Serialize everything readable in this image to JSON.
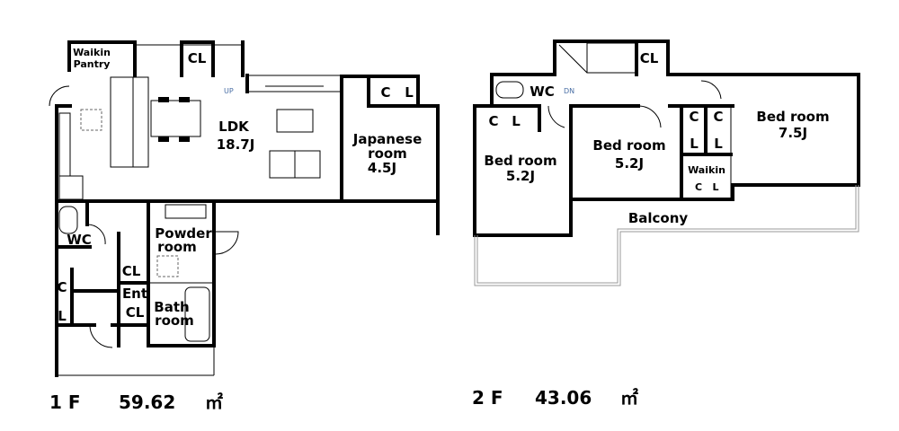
{
  "floor1": {
    "title": "1 F",
    "area": "59.62",
    "unit": "㎡",
    "rooms": {
      "pantry_1": "Waikin",
      "pantry_2": "Pantry",
      "cl_stair": "CL",
      "up": "UP",
      "ldk": "LDK",
      "ldk_size": "18.7J",
      "japanese_1": "Japanese",
      "japanese_2": "room",
      "japanese_size": "4.5J",
      "jp_c": "C",
      "jp_l": "L",
      "wc": "WC",
      "powder_1": "Powder",
      "powder_2": "room",
      "cl_hall": "CL",
      "ent_1": "Ent",
      "ent_2": "CL",
      "bath_1": "Bath",
      "bath_2": "room",
      "shoe_c": "C",
      "shoe_l": "L"
    }
  },
  "floor2": {
    "title": "2 F",
    "area": "43.06",
    "unit": "㎡",
    "rooms": {
      "cl_stair": "CL",
      "wc": "WC",
      "dn": "DN",
      "bed_left": "Bed room",
      "bed_left_size": "5.2J",
      "bl_c": "C",
      "bl_l": "L",
      "bed_mid": "Bed room",
      "bed_mid_size": "5.2J",
      "cl1_c": "C",
      "cl1_l": "L",
      "cl2_c": "C",
      "cl2_l": "L",
      "bed_right": "Bed room",
      "bed_right_size": "7.5J",
      "waikin": "Waikin",
      "wk_c": "C",
      "wk_l": "L",
      "balcony": "Balcony"
    }
  }
}
